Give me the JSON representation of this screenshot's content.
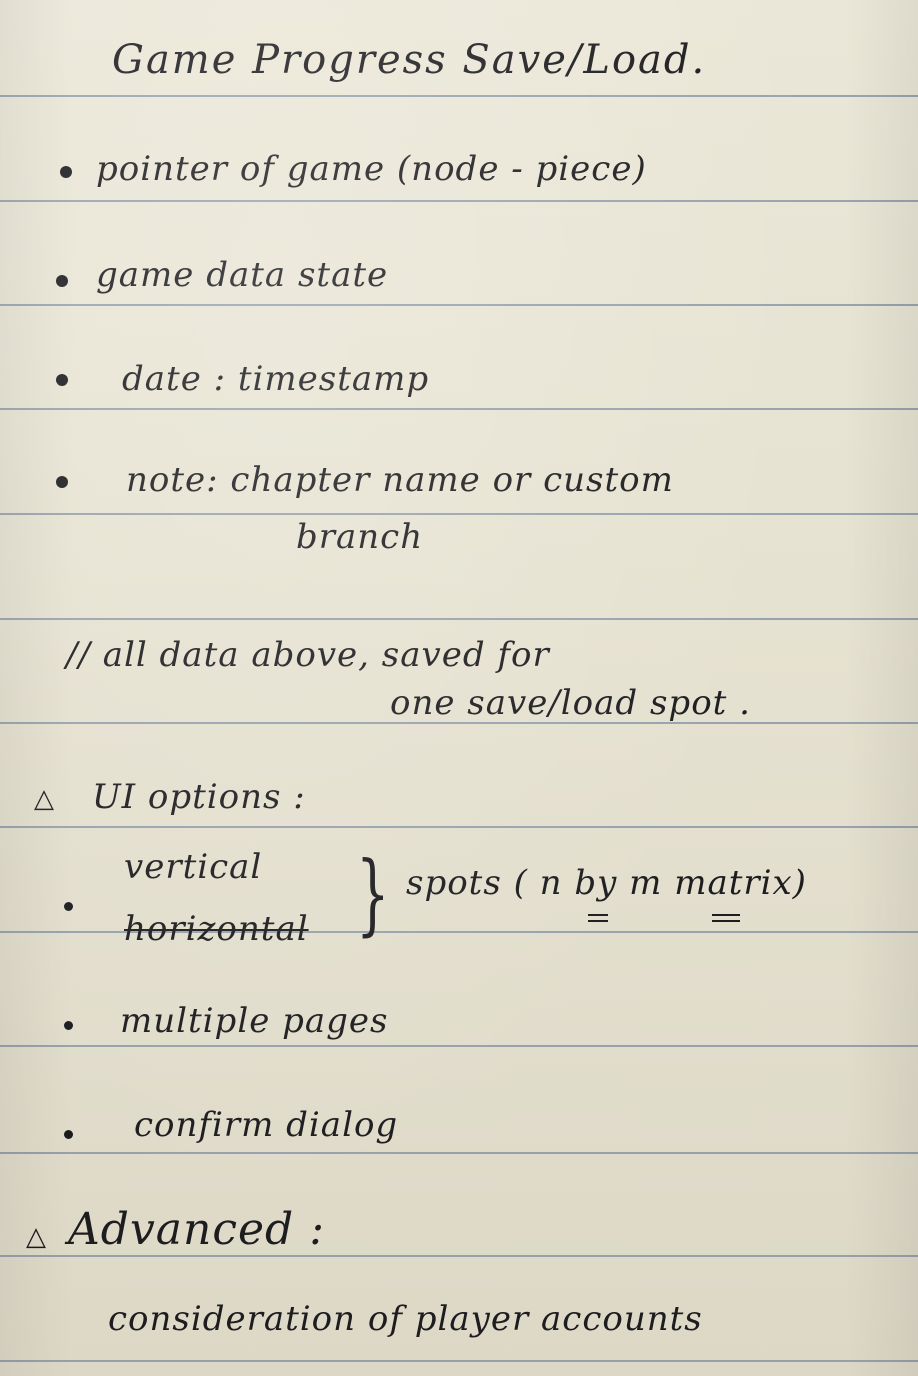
{
  "note": {
    "title": "Game Progress Save/Load.",
    "save_items": [
      "pointer of game (node - piece)",
      "game data state",
      "date : timestamp",
      "note: chapter name or custom",
      "branch"
    ],
    "comment_line1": "// all data above, saved for",
    "comment_line2": "one save/load spot .",
    "ui_heading": "UI options :",
    "ui_option_vertical": "vertical",
    "ui_option_horizontal": "horizontal",
    "ui_option_spots": "spots  ( n by m  matrix)",
    "ui_option_pages": "multiple pages",
    "ui_option_dialog": "confirm dialog",
    "advanced_heading": "Advanced :",
    "advanced_item": "consideration of player accounts"
  }
}
